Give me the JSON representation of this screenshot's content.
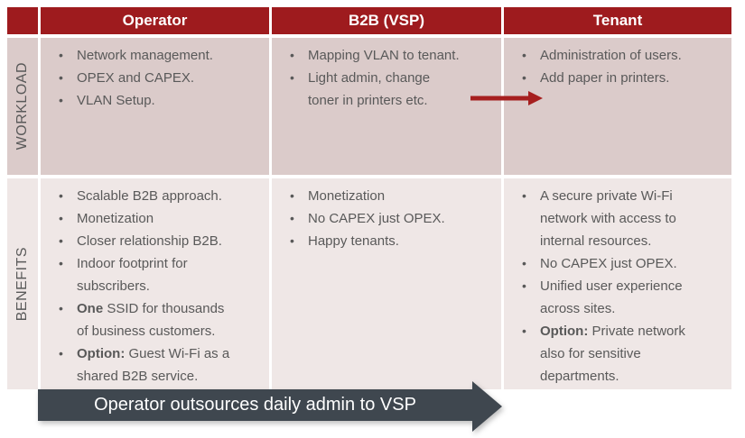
{
  "colors": {
    "header_bg": "#9E1B1E",
    "header_text": "#FFFFFF",
    "workload_row_bg": "#DBCBCA",
    "benefits_row_bg": "#EFE7E6",
    "body_text": "#595959",
    "arrow_red": "#A61F1F",
    "banner_bg": "#3F474F",
    "banner_text": "#FFFFFF"
  },
  "table": {
    "columns": [
      "Operator",
      "B2B (VSP)",
      "Tenant"
    ],
    "rows": [
      {
        "label": "WORKLOAD",
        "cells": [
          [
            {
              "text": "Network management."
            },
            {
              "text": "OPEX and CAPEX."
            },
            {
              "text": "VLAN Setup."
            }
          ],
          [
            {
              "text": "Mapping VLAN to tenant."
            },
            {
              "text": "Light admin, change\ntoner in printers etc."
            }
          ],
          [
            {
              "text": "Administration of users."
            },
            {
              "text": "Add paper in printers."
            }
          ]
        ]
      },
      {
        "label": "BENEFITS",
        "cells": [
          [
            {
              "text": "Scalable B2B approach."
            },
            {
              "text": "Monetization"
            },
            {
              "text": "Closer relationship B2B."
            },
            {
              "text": "Indoor footprint for\nsubscribers."
            },
            {
              "bold": "One",
              "text": "SSID for thousands\nof business customers."
            },
            {
              "bold": "Option:",
              "text": "Guest Wi-Fi as a\nshared B2B service."
            }
          ],
          [
            {
              "text": "Monetization"
            },
            {
              "text": "No CAPEX just OPEX."
            },
            {
              "text": "Happy tenants."
            }
          ],
          [
            {
              "text": "A secure private Wi-Fi\nnetwork with access to\ninternal resources."
            },
            {
              "text": "No CAPEX just OPEX."
            },
            {
              "text": "Unified user experience\nacross sites."
            },
            {
              "bold": "Option:",
              "text": "Private network\nalso for sensitive\ndepartments."
            }
          ]
        ]
      }
    ]
  },
  "workload_arrow": {
    "icon": "right-arrow-icon",
    "color": "#A61F1F"
  },
  "banner": {
    "label": "Operator outsources daily admin to VSP",
    "icon": "right-arrow-banner"
  }
}
